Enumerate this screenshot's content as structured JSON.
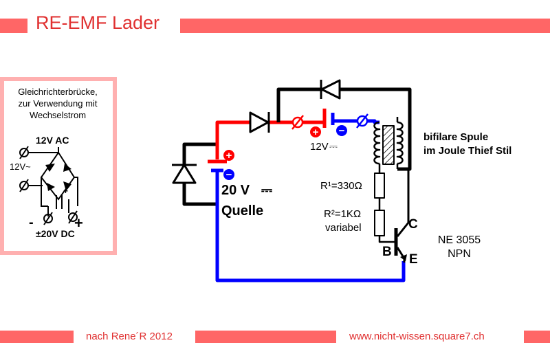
{
  "header": {
    "title": "RE-EMF Lader"
  },
  "inset": {
    "caption_lines": [
      "Gleichrichterbrücke,",
      "zur Verwendung mit",
      "Wechselstrom"
    ],
    "ac_label": "12V AC",
    "ac_tilde_label": "12V~",
    "minus_label": "-",
    "plus_label": "+",
    "dc_label": "±20V DC"
  },
  "circuit": {
    "battery_label": "12V",
    "dc_symbol": "⎓",
    "source_voltage": "20 V",
    "source_label": "Quelle",
    "coil_label_1": "bifilare Spule",
    "coil_label_2": "im Joule Thief Stil",
    "r1_label": "R¹=330Ω",
    "r2_label": "R²=1KΩ",
    "r2_note": "variabel",
    "transistor_name": "NE 3055",
    "transistor_type": "NPN",
    "pin_c": "C",
    "pin_b": "B",
    "pin_e": "E",
    "plus_sign": "+",
    "minus_sign": "−"
  },
  "footer": {
    "author": "nach Rene´R 2012",
    "url": "www.nicht-wissen.square7.ch"
  },
  "colors": {
    "accent": "#ff6666",
    "text_red": "#e03030",
    "wire_black": "#000000",
    "wire_red": "#ff0000",
    "wire_blue": "#0000ff",
    "inset_border": "#ffb0b0"
  }
}
